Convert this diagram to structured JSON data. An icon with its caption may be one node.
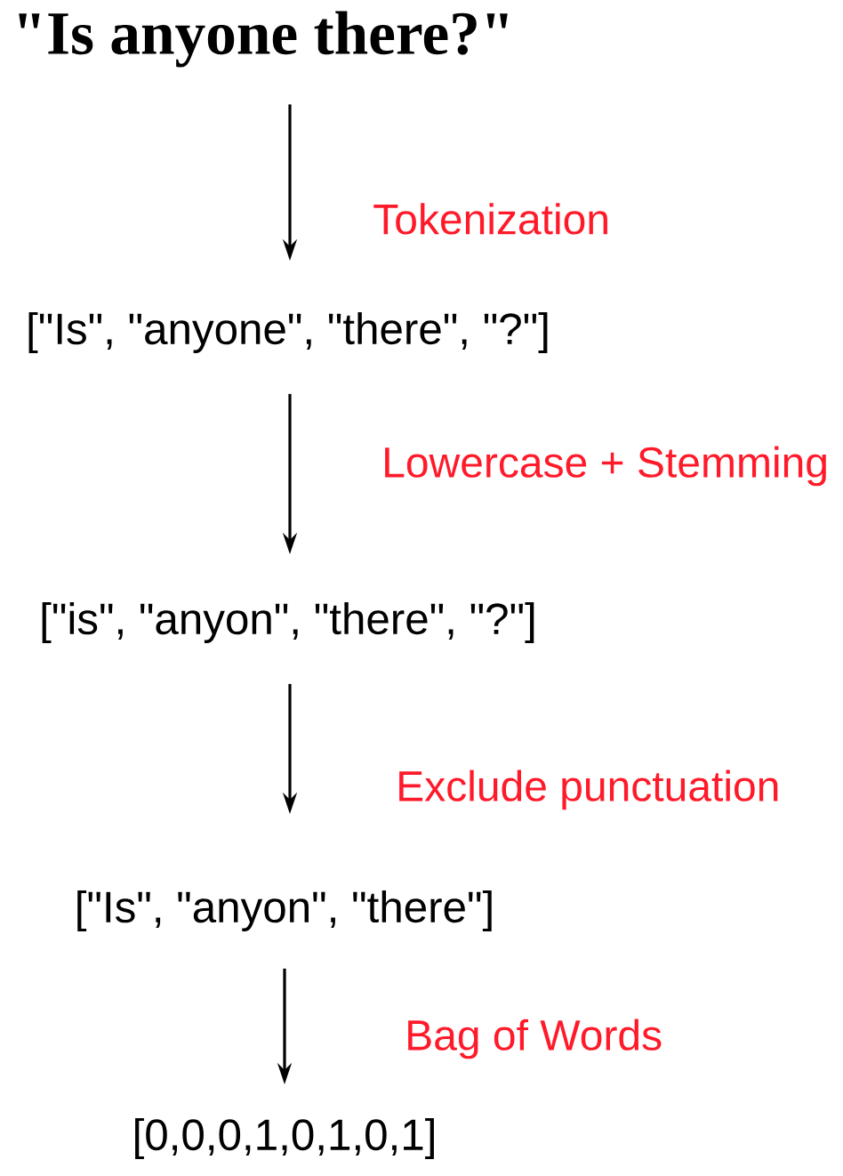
{
  "diagram": {
    "nodes": [
      {
        "text": [
          "\"Is anyone there?\""
        ]
      },
      {
        "text": [
          "[\"Is\", \"anyone\", \"there\", \"?\"]"
        ]
      },
      {
        "text": [
          "[\"is\", \"anyon\", \"there\", \"?\"]"
        ]
      },
      {
        "text": [
          "[\"Is\", \"anyon\", \"there\"]"
        ]
      },
      {
        "text": [
          "[0,0,0,1,0,1,0,1]"
        ]
      }
    ],
    "edges": [
      {
        "from": 0,
        "to": 1,
        "arrow": "to",
        "label": "Tokenization"
      },
      {
        "from": 1,
        "to": 2,
        "arrow": "to",
        "label": "Lowercase + Stemming"
      },
      {
        "from": 2,
        "to": 3,
        "arrow": "to",
        "label": "Exclude punctuation"
      },
      {
        "from": 3,
        "to": 4,
        "arrow": "to",
        "label": "Bag of Words"
      }
    ]
  }
}
